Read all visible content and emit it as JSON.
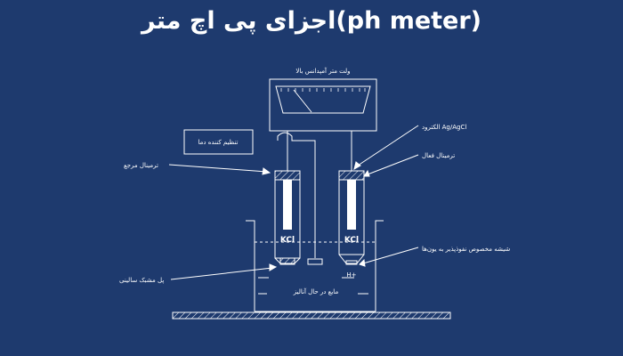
{
  "title": "اجزای پی اچ متر(ph meter)",
  "labels": {
    "voltmeter": "ولت متر آمپدانس بالا",
    "temp_control": "تنظیم کننده دما",
    "reference_terminal": "ترمینال مرجع",
    "electrode": "الکترود  Ag/AgCl",
    "active_terminal": "ترمینال فعال",
    "glass": "شیشه مخصوص نفوذپذیر به یون‌ها",
    "salt_bridge": "پل مشبک سالینی",
    "solution": "مایع در حال آنالیز",
    "kcl_left": "KCl",
    "kcl_right": "KCl",
    "hplus": "H+"
  },
  "colors": {
    "background": "#1e3a6e",
    "line": "#ffffff"
  }
}
